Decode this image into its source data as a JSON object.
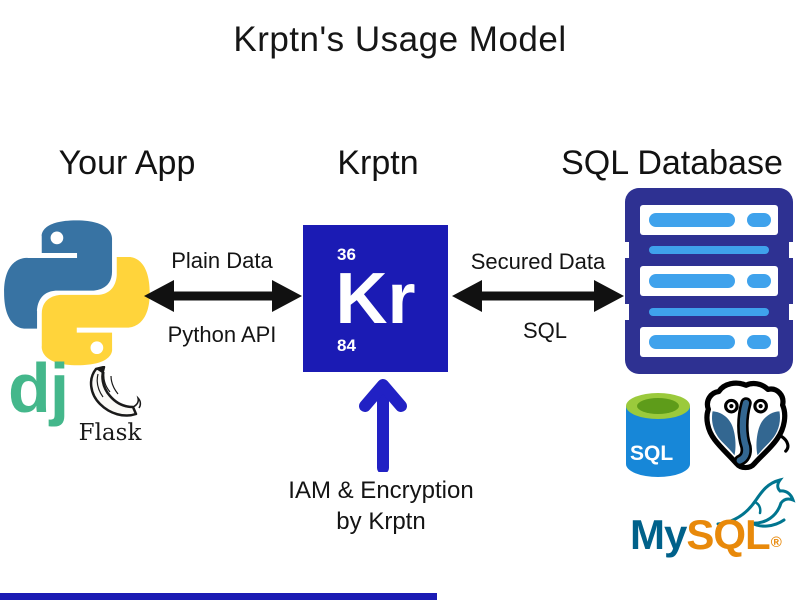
{
  "title": "Krptn's Usage Model",
  "headings": {
    "app": "Your App",
    "krptn": "Krptn",
    "database": "SQL Database"
  },
  "element": {
    "atomic_number": "36",
    "symbol": "Kr",
    "mass_number": "84"
  },
  "labels": {
    "left_top": "Plain Data",
    "left_bottom": "Python API",
    "right_top": "Secured Data",
    "right_bottom": "SQL",
    "bottom_line1": "IAM & Encryption",
    "bottom_line2": "by Krptn"
  },
  "logos": {
    "django": "dj",
    "flask": "Flask",
    "azure_sql": "SQL",
    "mysql_my": "My",
    "mysql_sql": "SQL",
    "mysql_reg": "®"
  },
  "colors": {
    "element_blue": "#1B1BB4",
    "vertical_arrow_blue": "#2121C4",
    "arrow_black": "#111111",
    "server_navy": "#2E3192",
    "server_light_blue": "#3FA2EC",
    "django_green": "#44B78B",
    "python_blue": "#3873A3",
    "python_yellow": "#FFD43B",
    "azure_body_blue": "#1787D8",
    "azure_top_green": "#9BCA3C",
    "azure_top_inner_green": "#5E9C1A",
    "postgres_blue": "#336791",
    "mysql_teal": "#00758F",
    "mysql_dark_blue": "#00618A",
    "mysql_orange": "#E8890A"
  }
}
